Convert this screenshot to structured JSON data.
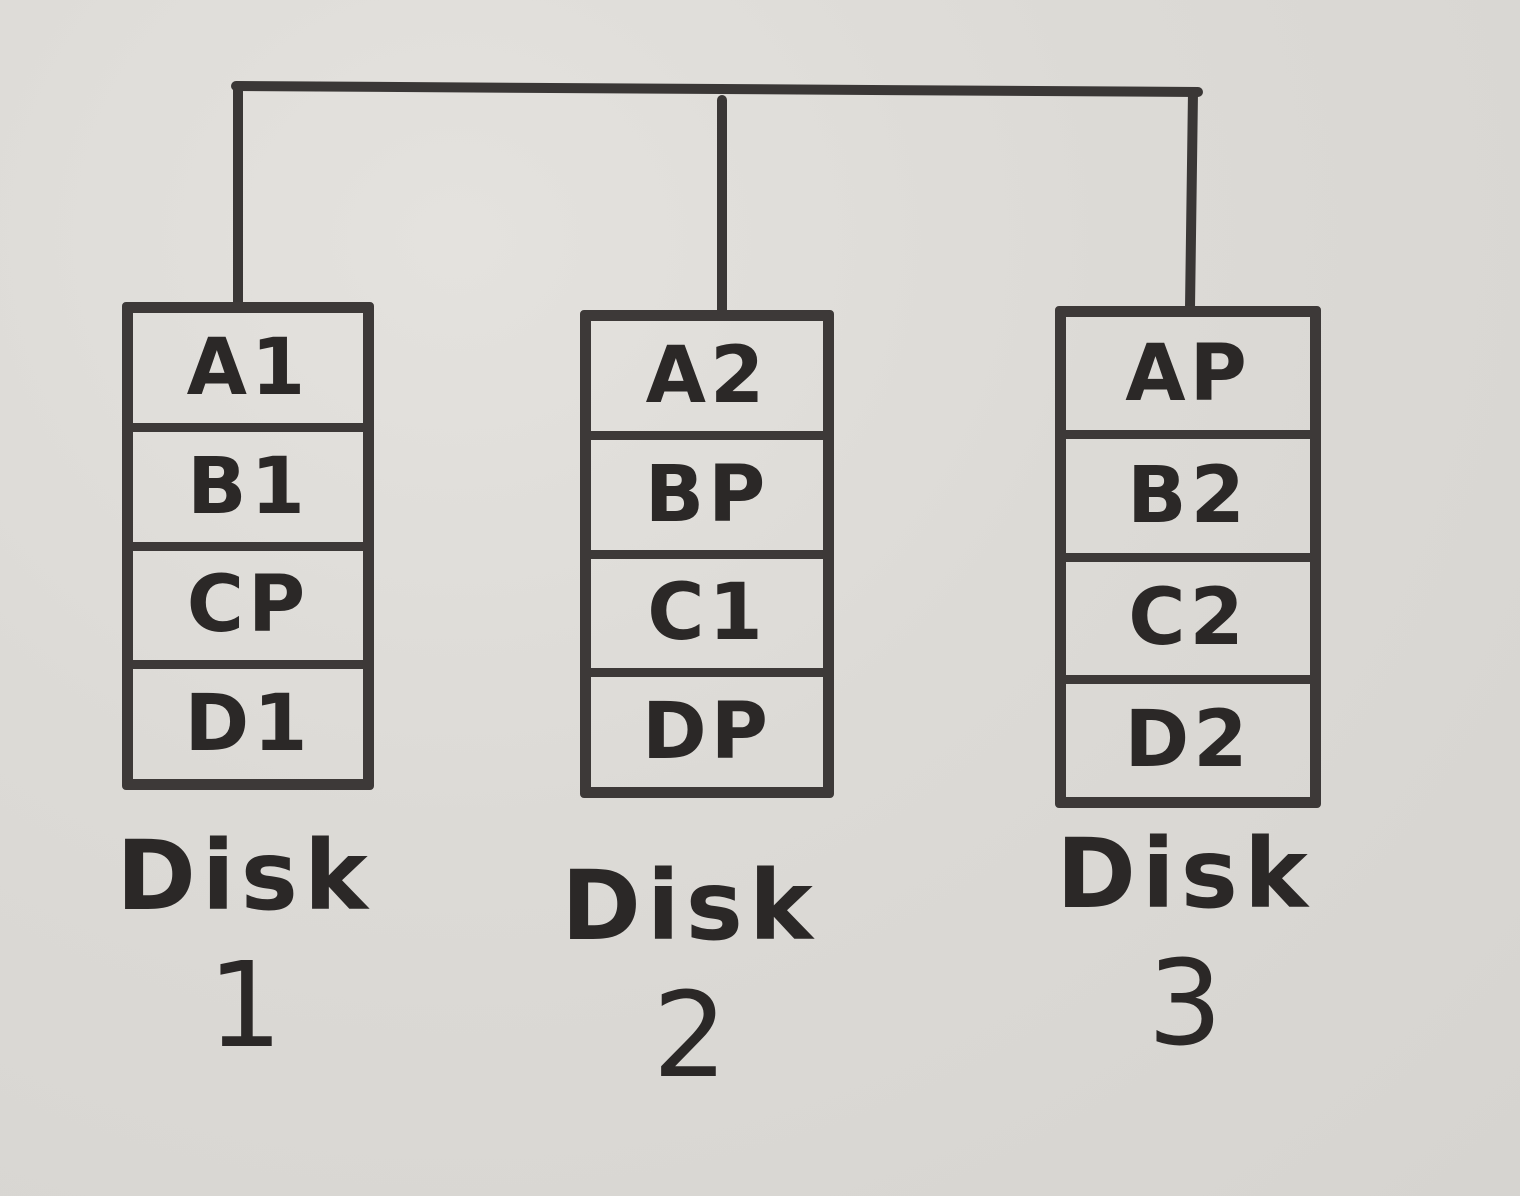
{
  "disks": [
    {
      "blocks": [
        "A1",
        "B1",
        "CP",
        "D1"
      ],
      "label": "Disk",
      "number": "1"
    },
    {
      "blocks": [
        "A2",
        "BP",
        "C1",
        "DP"
      ],
      "label": "Disk",
      "number": "2"
    },
    {
      "blocks": [
        "AP",
        "B2",
        "C2",
        "D2"
      ],
      "label": "Disk",
      "number": "3"
    }
  ]
}
